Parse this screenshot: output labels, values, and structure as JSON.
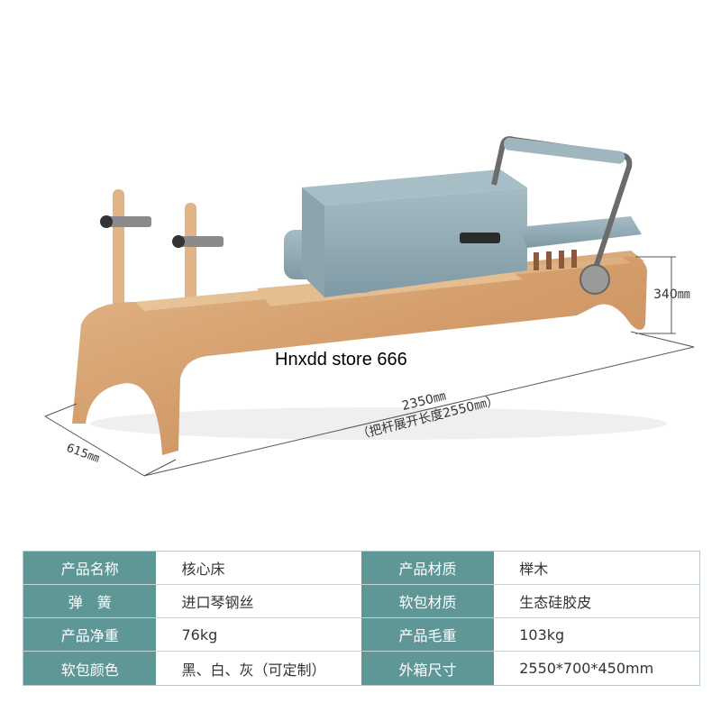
{
  "watermark": "Hnxdd store 666",
  "dimensions": {
    "height": "340㎜",
    "width": "615㎜",
    "length": "2350㎜",
    "length_note": "（把杆展开长度2550㎜）"
  },
  "specs": [
    {
      "label_left": "产品名称",
      "value_left": "核心床",
      "label_right": "产品材质",
      "value_right": "榉木"
    },
    {
      "label_left": "弹　簧",
      "value_left": "进口琴钢丝",
      "label_right": "软包材质",
      "value_right": "生态硅胶皮"
    },
    {
      "label_left": "产品净重",
      "value_left": "76kg",
      "label_right": "产品毛重",
      "value_right": "103kg"
    },
    {
      "label_left": "软包颜色",
      "value_left": "黑、白、灰（可定制）",
      "label_right": "外箱尺寸",
      "value_right": "2550*700*450mm"
    }
  ],
  "colors": {
    "table_header": "#5f9797",
    "wood": "#d9a878",
    "upholstery": "#8fa9b3"
  }
}
